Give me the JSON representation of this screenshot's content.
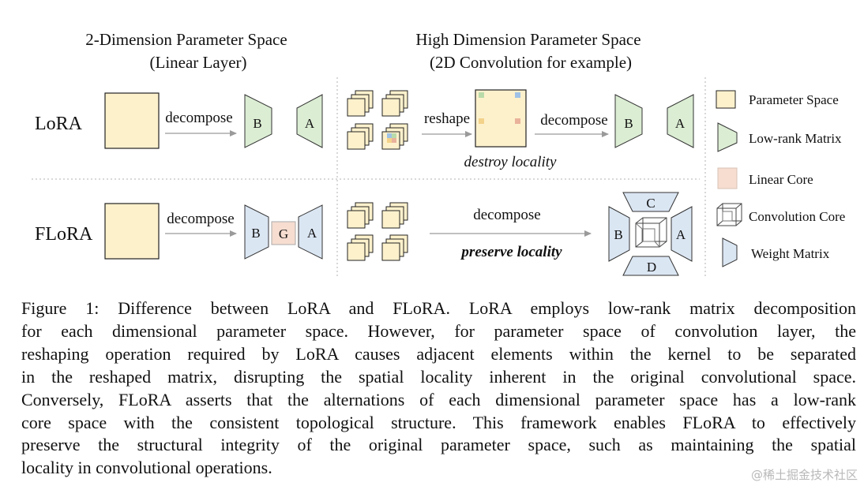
{
  "headers": {
    "left_line1": "2-Dimension Parameter Space",
    "left_line2": "(Linear Layer)",
    "right_line1": "High Dimension Parameter Space",
    "right_line2": "(2D Convolution for example)"
  },
  "rows": {
    "lora": "LoRA",
    "flora": "FLoRA"
  },
  "ops": {
    "decompose": "decompose",
    "reshape": "reshape",
    "destroy_locality": "destroy locality",
    "preserve_locality": "preserve locality"
  },
  "matrix_labels": {
    "b": "B",
    "a": "A",
    "g": "G",
    "c": "C",
    "d": "D"
  },
  "legend": {
    "parameter_space": "Parameter Space",
    "low_rank_matrix": "Low-rank Matrix",
    "linear_core": "Linear Core",
    "convolution_core": "Convolution Core",
    "weight_matrix": "Weight Matrix"
  },
  "colors": {
    "parameter_space": "#fdf1cc",
    "low_rank_matrix": "#dbedd3",
    "linear_core": "#f6ddd0",
    "weight_matrix": "#dbe6f3"
  },
  "caption": {
    "lines": [
      "Figure 1: Difference between LoRA and FLoRA. LoRA employs low-rank matrix decomposition",
      "for each dimensional parameter space.  However, for parameter space of convolution layer, the",
      "reshaping operation required by LoRA causes adjacent elements within the kernel to be separated",
      "in the reshaped matrix, disrupting the spatial locality inherent in the original convolutional space.",
      "Conversely, FLoRA asserts that the alternations of each dimensional parameter space has a low-rank",
      "core space with the consistent topological structure. This framework enables FLoRA to effectively",
      "preserve the structural integrity of the original parameter space, such as maintaining the spatial",
      "locality in convolutional operations."
    ]
  },
  "watermark": "@稀土掘金技术社区"
}
